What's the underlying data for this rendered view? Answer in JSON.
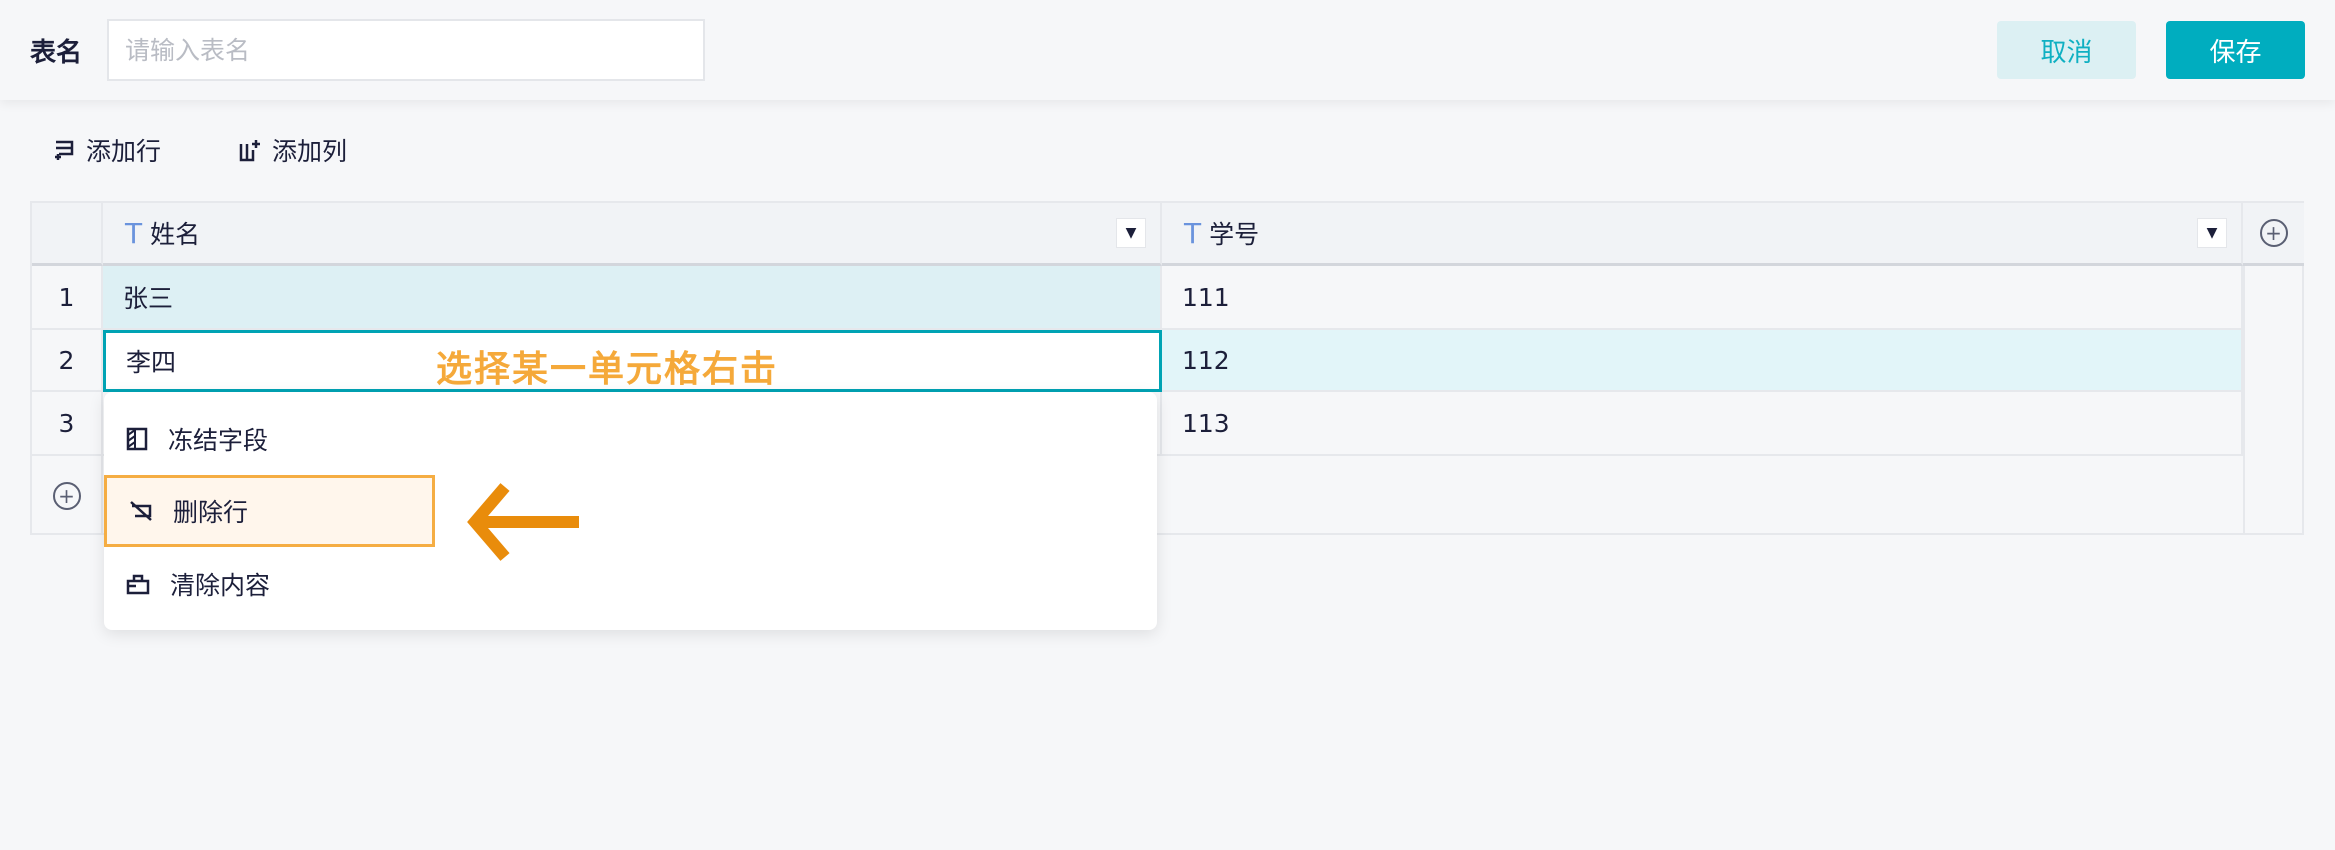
{
  "header": {
    "title_label": "表名",
    "title_placeholder": "请输入表名",
    "cancel": "取消",
    "save": "保存"
  },
  "toolbar": {
    "add_row": "添加行",
    "add_col": "添加列"
  },
  "table": {
    "columns": [
      {
        "type_icon": "T",
        "name": "姓名"
      },
      {
        "type_icon": "T",
        "name": "学号"
      }
    ],
    "rows": [
      {
        "index": "1",
        "name": "张三",
        "id": "111"
      },
      {
        "index": "2",
        "name": "李四",
        "id": "112"
      },
      {
        "index": "3",
        "name": "",
        "id": "113"
      }
    ]
  },
  "context_menu": {
    "items": [
      {
        "label": "冻结字段",
        "icon": "freeze-icon"
      },
      {
        "label": "删除行",
        "icon": "delete-row-icon"
      },
      {
        "label": "清除内容",
        "icon": "clear-icon"
      }
    ]
  },
  "annotation": {
    "text": "选择某一单元格右击",
    "color": "#f5a93a"
  },
  "colors": {
    "accent": "#00adbf",
    "highlight": "#f5ad43"
  }
}
